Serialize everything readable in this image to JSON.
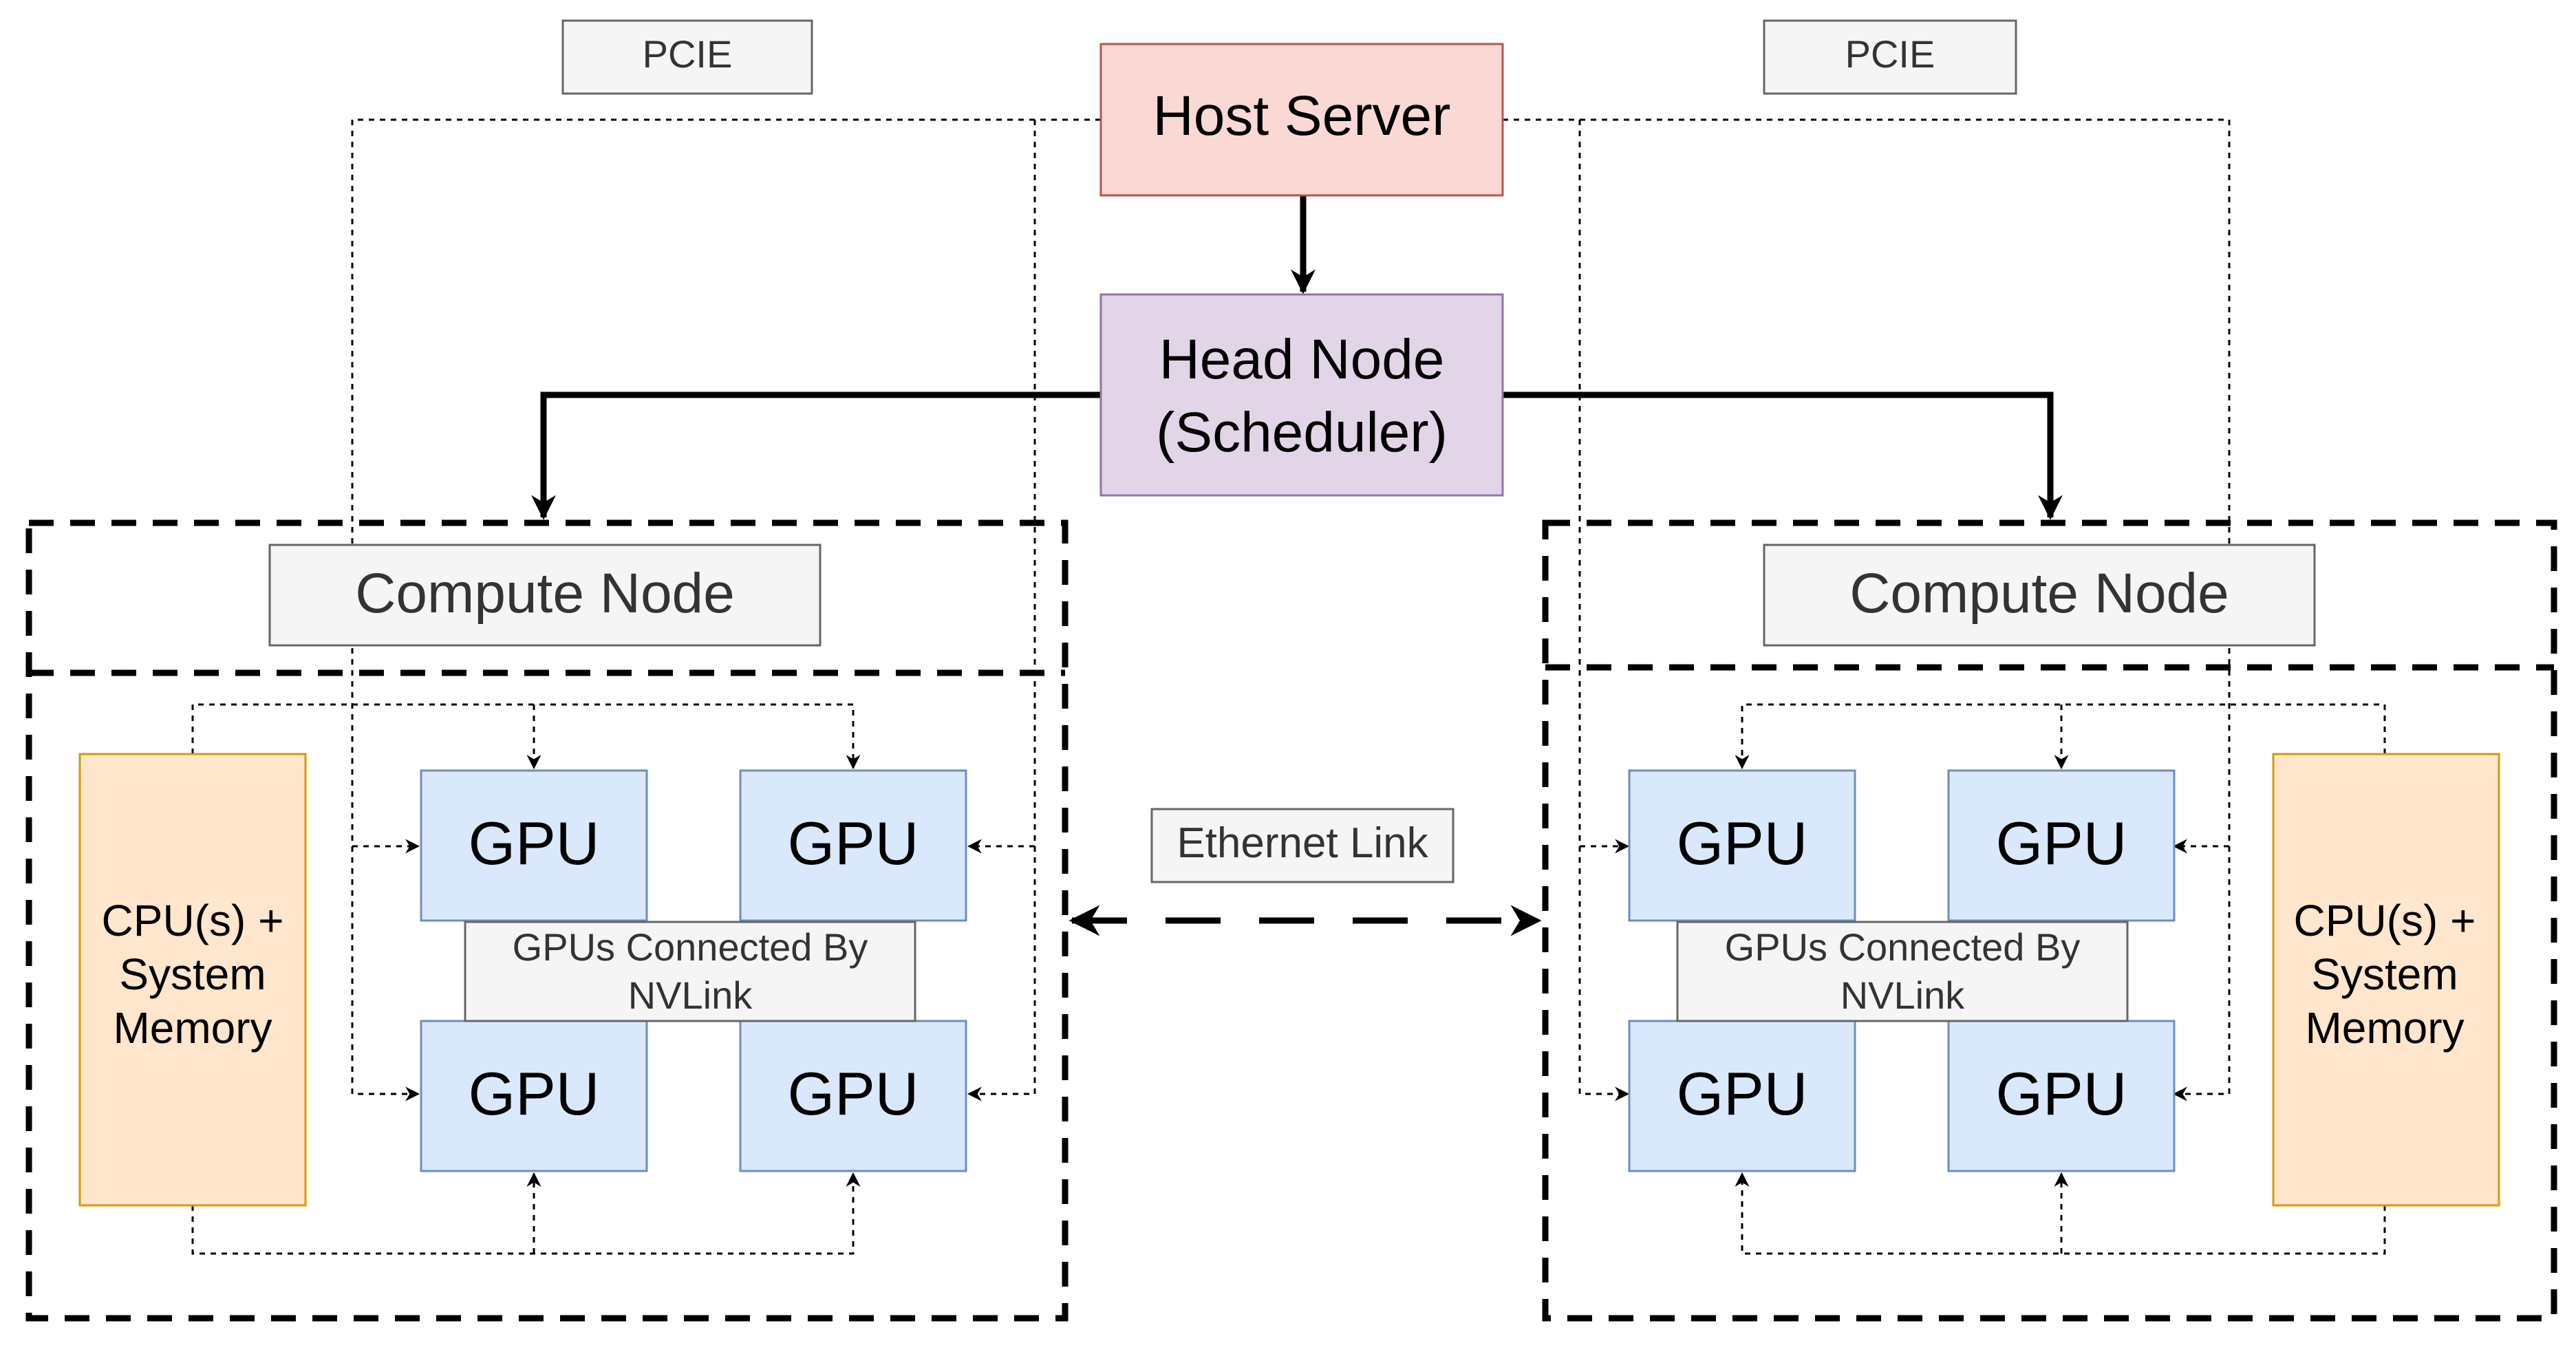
{
  "labels": {
    "pcie_left": "PCIE",
    "pcie_right": "PCIE",
    "host_server": "Host Server",
    "head_node_line1": "Head Node",
    "head_node_line2": "(Scheduler)",
    "compute_node_left": "Compute Node",
    "compute_node_right": "Compute Node",
    "ethernet_link": "Ethernet Link",
    "gpu": "GPU",
    "nvlink_line1": "GPUs Connected By",
    "nvlink_line2": "NVLink",
    "cpu_line1": "CPU(s) +",
    "cpu_line2": "System",
    "cpu_line3": "Memory"
  },
  "colors": {
    "host_fill": "#fad9d5",
    "host_stroke": "#b85450",
    "head_fill": "#e1d5e7",
    "head_stroke": "#9673a6",
    "gpu_fill": "#dae8fc",
    "gpu_stroke": "#6c8ebf",
    "cpu_fill": "#ffe6cc",
    "cpu_stroke": "#d79b00",
    "label_fill": "#f5f5f5",
    "label_stroke": "#666666",
    "line": "#000000"
  }
}
